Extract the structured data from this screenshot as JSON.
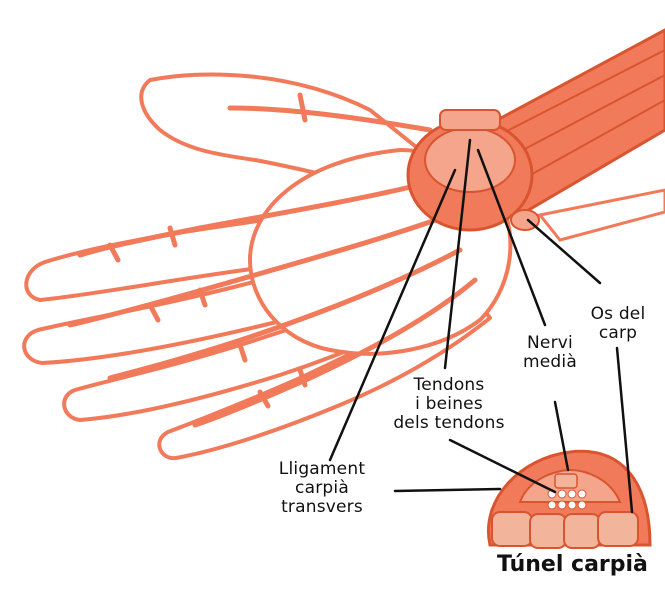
{
  "labels": {
    "lligament": [
      "Lligament",
      "carpià",
      "transvers"
    ],
    "tendons": [
      "Tendons",
      "i beines",
      "dels tendons"
    ],
    "nervi": [
      "Nervi",
      "medià"
    ],
    "os": [
      "Os del",
      "carp"
    ]
  },
  "title": "Túnel carpià",
  "colors": {
    "tissue": "#f07a5a",
    "tissue_dark": "#d9552f",
    "tissue_light": "#f5a58b",
    "bone": "#f3b49c",
    "line": "#111111"
  }
}
